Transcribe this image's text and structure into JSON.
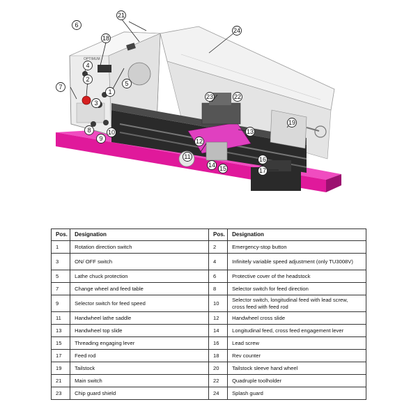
{
  "diagram": {
    "brand_label": "OPTIMUM",
    "callouts": [
      "1",
      "2",
      "3",
      "4",
      "5",
      "6",
      "7",
      "8",
      "9",
      "10",
      "11",
      "12",
      "13",
      "14",
      "15",
      "16",
      "17",
      "18",
      "19",
      "21",
      "22",
      "23",
      "24"
    ],
    "colors": {
      "base": "#e0199b",
      "base_dark": "#9c1070",
      "body": "#e9e9e9",
      "dark": "#2a2a2a",
      "highlight": "#e040c0",
      "estop": "#d62020"
    }
  },
  "table": {
    "headers": {
      "pos": "Pos.",
      "designation": "Designation"
    },
    "rows": [
      [
        {
          "pos": "1",
          "designation": "Rotation direction switch"
        },
        {
          "pos": "2",
          "designation": "Emergency-stop button"
        }
      ],
      [
        {
          "pos": "3",
          "designation": "ON/ OFF switch"
        },
        {
          "pos": "4",
          "designation": "Infinitely variable speed adjustment (only TU3008V)"
        }
      ],
      [
        {
          "pos": "5",
          "designation": "Lathe chuck protection"
        },
        {
          "pos": "6",
          "designation": "Protective cover of the headstock"
        }
      ],
      [
        {
          "pos": "7",
          "designation": "Change wheel and feed table"
        },
        {
          "pos": "8",
          "designation": "Selector switch for feed direction"
        }
      ],
      [
        {
          "pos": "9",
          "designation": "Selector switch for feed speed"
        },
        {
          "pos": "10",
          "designation": "Selector switch, longitudinal feed with lead screw, cross feed with feed rod"
        }
      ],
      [
        {
          "pos": "11",
          "designation": "Handwheel lathe saddle"
        },
        {
          "pos": "12",
          "designation": "Handwheel cross slide"
        }
      ],
      [
        {
          "pos": "13",
          "designation": "Handwheel top slide"
        },
        {
          "pos": "14",
          "designation": "Longitudinal feed, cross feed engagement lever"
        }
      ],
      [
        {
          "pos": "15",
          "designation": "Threading engaging lever"
        },
        {
          "pos": "16",
          "designation": "Lead screw"
        }
      ],
      [
        {
          "pos": "17",
          "designation": "Feed rod"
        },
        {
          "pos": "18",
          "designation": "Rev counter"
        }
      ],
      [
        {
          "pos": "19",
          "designation": "Tailstock"
        },
        {
          "pos": "20",
          "designation": "Tailstock sleeve hand wheel"
        }
      ],
      [
        {
          "pos": "21",
          "designation": "Main switch"
        },
        {
          "pos": "22",
          "designation": "Quadruple toolholder"
        }
      ],
      [
        {
          "pos": "23",
          "designation": "Chip guard shield"
        },
        {
          "pos": "24",
          "designation": "Splash guard"
        }
      ]
    ]
  }
}
